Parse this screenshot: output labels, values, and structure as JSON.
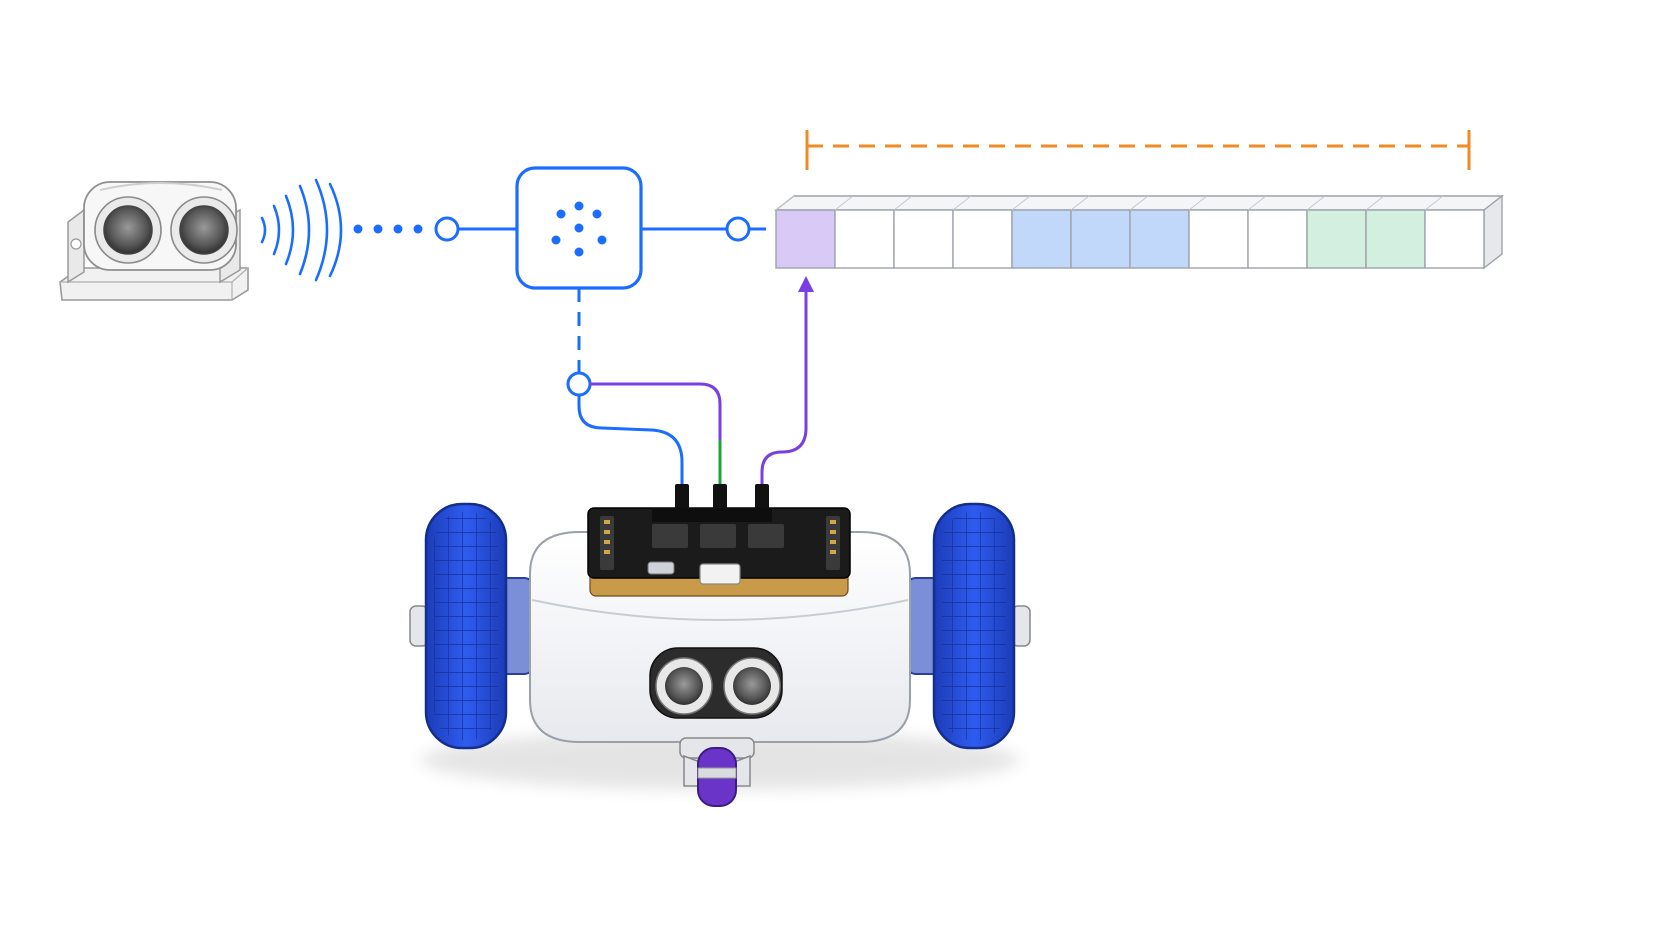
{
  "diagram": {
    "sensor": {
      "icon": "ultrasonic-sensor-icon"
    },
    "signal": {
      "icon": "signal-waves-icon",
      "dots": 4
    },
    "processor": {
      "icon": "processing-node-icon"
    },
    "buffer": {
      "cell_count": 12,
      "cells": [
        "highlight-purple",
        "empty",
        "empty",
        "empty",
        "highlight-blue",
        "highlight-blue",
        "highlight-blue",
        "empty",
        "empty",
        "highlight-green",
        "highlight-green",
        "empty"
      ]
    },
    "robot": {
      "icon": "two-wheel-robot-icon",
      "wire_colors": [
        "#1a6dff",
        "#1fa33c",
        "#7a3fe0"
      ]
    }
  },
  "colors": {
    "accent_blue": "#1a6dff",
    "accent_orange": "#f08a24",
    "accent_purple": "#7a3fe0",
    "wire_green": "#1fa33c",
    "cell_purple": "#d8c9f7",
    "cell_blue": "#c2d8fb",
    "cell_green": "#d3efe0",
    "wheel_blue": "#2a4fd8",
    "caster_purple": "#6a34c8",
    "board_black": "#1b1b1b"
  }
}
